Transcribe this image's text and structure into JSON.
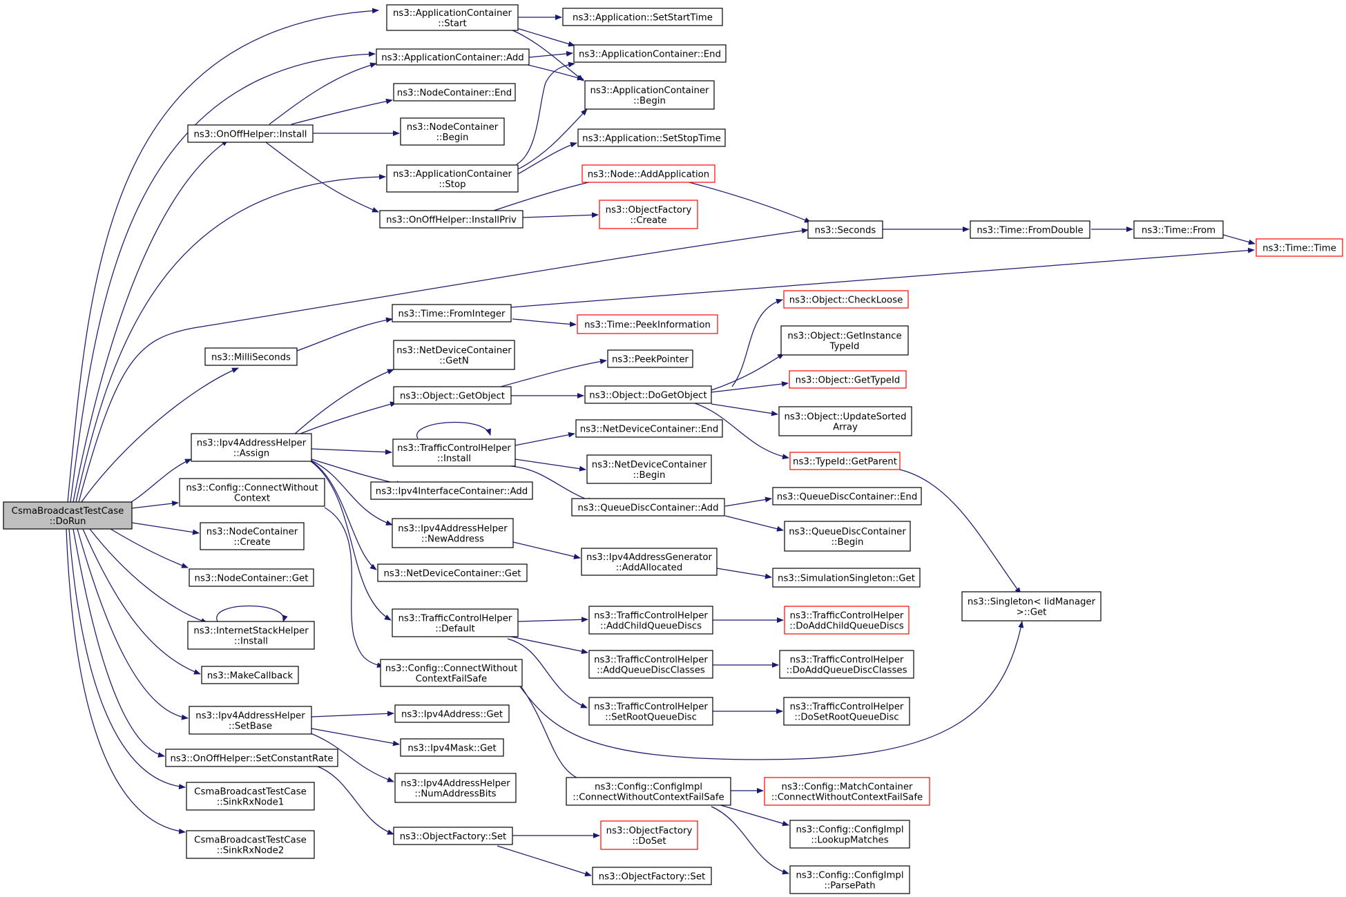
{
  "colors": {
    "edge": "#191970",
    "border": "#000000",
    "border_incomplete": "#ff0000",
    "root_fill": "#bfbfbf"
  },
  "nodes": [
    {
      "id": "root",
      "lines": [
        "CsmaBroadcastTestCase",
        "::DoRun"
      ],
      "style": "root"
    },
    {
      "id": "appStart",
      "lines": [
        "ns3::ApplicationContainer",
        "::Start"
      ]
    },
    {
      "id": "appAdd",
      "lines": [
        "ns3::ApplicationContainer::Add"
      ]
    },
    {
      "id": "onoffInstall",
      "lines": [
        "ns3::OnOffHelper::Install"
      ]
    },
    {
      "id": "appStop",
      "lines": [
        "ns3::ApplicationContainer",
        "::Stop"
      ]
    },
    {
      "id": "onoffInstallPriv",
      "lines": [
        "ns3::OnOffHelper::InstallPriv"
      ]
    },
    {
      "id": "nodeContEnd",
      "lines": [
        "ns3::NodeContainer::End"
      ]
    },
    {
      "id": "nodeContBegin",
      "lines": [
        "ns3::NodeContainer",
        "::Begin"
      ]
    },
    {
      "id": "appSetStart",
      "lines": [
        "ns3::Application::SetStartTime"
      ]
    },
    {
      "id": "appEnd",
      "lines": [
        "ns3::ApplicationContainer::End"
      ]
    },
    {
      "id": "appBegin",
      "lines": [
        "ns3::ApplicationContainer",
        "::Begin"
      ]
    },
    {
      "id": "appSetStop",
      "lines": [
        "ns3::Application::SetStopTime"
      ]
    },
    {
      "id": "nodeAddApp",
      "lines": [
        "ns3::Node::AddApplication"
      ],
      "style": "red"
    },
    {
      "id": "objFactCreate",
      "lines": [
        "ns3::ObjectFactory",
        "::Create"
      ],
      "style": "red"
    },
    {
      "id": "seconds",
      "lines": [
        "ns3::Seconds"
      ]
    },
    {
      "id": "timeFromDouble",
      "lines": [
        "ns3::Time::FromDouble"
      ]
    },
    {
      "id": "timeFrom",
      "lines": [
        "ns3::Time::From"
      ]
    },
    {
      "id": "timeTime",
      "lines": [
        "ns3::Time::Time"
      ],
      "style": "red"
    },
    {
      "id": "milliSeconds",
      "lines": [
        "ns3::MilliSeconds"
      ]
    },
    {
      "id": "timeFromInteger",
      "lines": [
        "ns3::Time::FromInteger"
      ]
    },
    {
      "id": "timePeekInfo",
      "lines": [
        "ns3::Time::PeekInformation"
      ],
      "style": "red"
    },
    {
      "id": "ndcGetN",
      "lines": [
        "ns3::NetDeviceContainer",
        "::GetN"
      ]
    },
    {
      "id": "objGetObject",
      "lines": [
        "ns3::Object::GetObject"
      ]
    },
    {
      "id": "peekPointer",
      "lines": [
        "ns3::PeekPointer"
      ]
    },
    {
      "id": "objDoGetObject",
      "lines": [
        "ns3::Object::DoGetObject"
      ]
    },
    {
      "id": "objCheckLoose",
      "lines": [
        "ns3::Object::CheckLoose"
      ],
      "style": "red"
    },
    {
      "id": "objGetInstTypeId",
      "lines": [
        "ns3::Object::GetInstance",
        "TypeId"
      ]
    },
    {
      "id": "objGetTypeId",
      "lines": [
        "ns3::Object::GetTypeId"
      ],
      "style": "red"
    },
    {
      "id": "objUpdateSorted",
      "lines": [
        "ns3::Object::UpdateSorted",
        "Array"
      ]
    },
    {
      "id": "typeIdGetParent",
      "lines": [
        "ns3::TypeId::GetParent"
      ],
      "style": "red"
    },
    {
      "id": "ipv4AssignHelper",
      "lines": [
        "ns3::Ipv4AddressHelper",
        "::Assign"
      ]
    },
    {
      "id": "tchInstall",
      "lines": [
        "ns3::TrafficControlHelper",
        "::Install"
      ]
    },
    {
      "id": "ndcEnd",
      "lines": [
        "ns3::NetDeviceContainer::End"
      ]
    },
    {
      "id": "ndcBegin",
      "lines": [
        "ns3::NetDeviceContainer",
        "::Begin"
      ]
    },
    {
      "id": "qdcAdd",
      "lines": [
        "ns3::QueueDiscContainer::Add"
      ]
    },
    {
      "id": "qdcEnd",
      "lines": [
        "ns3::QueueDiscContainer::End"
      ]
    },
    {
      "id": "qdcBegin",
      "lines": [
        "ns3::QueueDiscContainer",
        "::Begin"
      ]
    },
    {
      "id": "ipv4IfContAdd",
      "lines": [
        "ns3::Ipv4InterfaceContainer::Add"
      ]
    },
    {
      "id": "cfgConnectWithoutContext",
      "lines": [
        "ns3::Config::ConnectWithout",
        "Context"
      ]
    },
    {
      "id": "nodeContCreate",
      "lines": [
        "ns3::NodeContainer",
        "::Create"
      ]
    },
    {
      "id": "ipv4NewAddress",
      "lines": [
        "ns3::Ipv4AddressHelper",
        "::NewAddress"
      ]
    },
    {
      "id": "ipv4AddrGenAddAlloc",
      "lines": [
        "ns3::Ipv4AddressGenerator",
        "::AddAllocated"
      ]
    },
    {
      "id": "simSingletonGet",
      "lines": [
        "ns3::SimulationSingleton::Get"
      ]
    },
    {
      "id": "nodeContGet",
      "lines": [
        "ns3::NodeContainer::Get"
      ]
    },
    {
      "id": "ndcGet",
      "lines": [
        "ns3::NetDeviceContainer::Get"
      ]
    },
    {
      "id": "singletonGet",
      "lines": [
        "ns3::Singleton< IidManager",
        ">::Get"
      ]
    },
    {
      "id": "internetStackInstall",
      "lines": [
        "ns3::InternetStackHelper",
        "::Install"
      ]
    },
    {
      "id": "tchDefault",
      "lines": [
        "ns3::TrafficControlHelper",
        "::Default"
      ]
    },
    {
      "id": "tchAddChildQD",
      "lines": [
        "ns3::TrafficControlHelper",
        "::AddChildQueueDiscs"
      ]
    },
    {
      "id": "tchDoAddChildQD",
      "lines": [
        "ns3::TrafficControlHelper",
        "::DoAddChildQueueDiscs"
      ],
      "style": "red"
    },
    {
      "id": "makeCallback",
      "lines": [
        "ns3::MakeCallback"
      ]
    },
    {
      "id": "cfgConnWCFailSafe",
      "lines": [
        "ns3::Config::ConnectWithout",
        "ContextFailSafe"
      ]
    },
    {
      "id": "tchAddQDClasses",
      "lines": [
        "ns3::TrafficControlHelper",
        "::AddQueueDiscClasses"
      ]
    },
    {
      "id": "tchDoAddQDClasses",
      "lines": [
        "ns3::TrafficControlHelper",
        "::DoAddQueueDiscClasses"
      ]
    },
    {
      "id": "tchSetRootQD",
      "lines": [
        "ns3::TrafficControlHelper",
        "::SetRootQueueDisc"
      ]
    },
    {
      "id": "tchDoSetRootQD",
      "lines": [
        "ns3::TrafficControlHelper",
        "::DoSetRootQueueDisc"
      ]
    },
    {
      "id": "ipv4SetBase",
      "lines": [
        "ns3::Ipv4AddressHelper",
        "::SetBase"
      ]
    },
    {
      "id": "ipv4AddressGet",
      "lines": [
        "ns3::Ipv4Address::Get"
      ]
    },
    {
      "id": "ipv4MaskGet",
      "lines": [
        "ns3::Ipv4Mask::Get"
      ]
    },
    {
      "id": "onoffSetConstRate",
      "lines": [
        "ns3::OnOffHelper::SetConstantRate"
      ]
    },
    {
      "id": "ipv4NumAddrBits",
      "lines": [
        "ns3::Ipv4AddressHelper",
        "::NumAddressBits"
      ]
    },
    {
      "id": "cfgImplConnWCFS",
      "lines": [
        "ns3::Config::ConfigImpl",
        "::ConnectWithoutContextFailSafe"
      ]
    },
    {
      "id": "cfgMatchContainerCWCFS",
      "lines": [
        "ns3::Config::MatchContainer",
        "::ConnectWithoutContextFailSafe"
      ],
      "style": "red"
    },
    {
      "id": "sinkRxNode1",
      "lines": [
        "CsmaBroadcastTestCase",
        "::SinkRxNode1"
      ]
    },
    {
      "id": "sinkRxNode2",
      "lines": [
        "CsmaBroadcastTestCase",
        "::SinkRxNode2"
      ]
    },
    {
      "id": "objFactorySet",
      "lines": [
        "ns3::ObjectFactory::Set"
      ]
    },
    {
      "id": "objFactoryDoSet",
      "lines": [
        "ns3::ObjectFactory",
        "::DoSet"
      ],
      "style": "red"
    },
    {
      "id": "cfgImplLookupMatches",
      "lines": [
        "ns3::Config::ConfigImpl",
        "::LookupMatches"
      ]
    },
    {
      "id": "objFactorySet2",
      "lines": [
        "ns3::ObjectFactory::Set"
      ]
    },
    {
      "id": "cfgImplParsePath",
      "lines": [
        "ns3::Config::ConfigImpl",
        "::ParsePath"
      ]
    }
  ]
}
